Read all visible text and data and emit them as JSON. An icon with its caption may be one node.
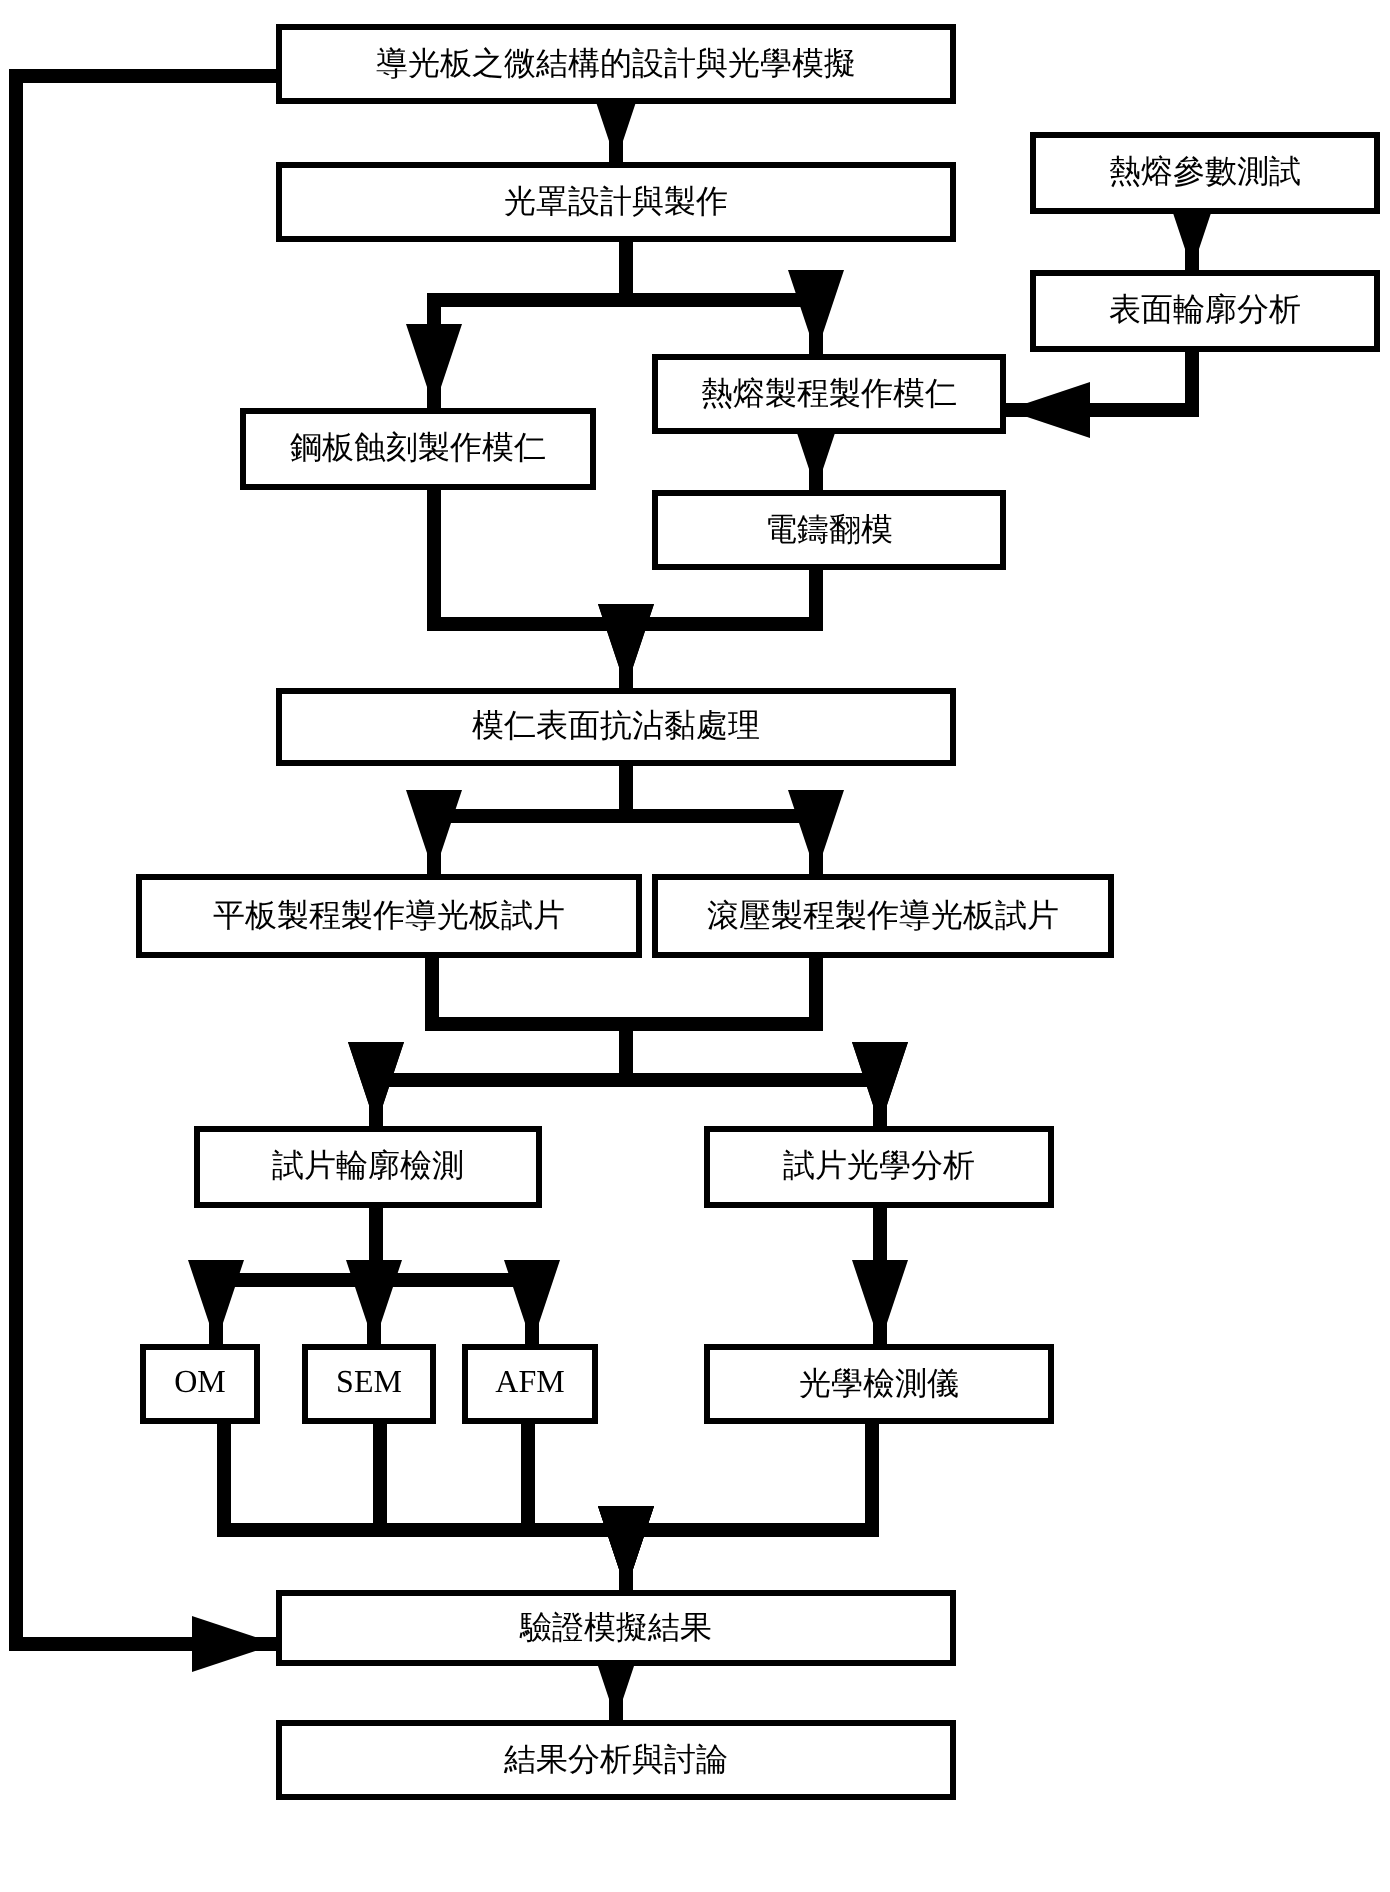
{
  "diagram": {
    "nodes": [
      {
        "text": [
          "導光板之微結構的設計與光學模擬"
        ]
      },
      {
        "text": [
          "光罩設計與製作"
        ]
      },
      {
        "text": [
          "熱熔參數測試"
        ]
      },
      {
        "text": [
          "表面輪廓分析"
        ]
      },
      {
        "text": [
          "熱熔製程製作模仁"
        ]
      },
      {
        "text": [
          "鋼板蝕刻製作模仁"
        ]
      },
      {
        "text": [
          "電鑄翻模"
        ]
      },
      {
        "text": [
          "模仁表面抗沾黏處理"
        ]
      },
      {
        "text": [
          "平板製程製作導光板試片"
        ]
      },
      {
        "text": [
          "滾壓製程製作導光板試片"
        ]
      },
      {
        "text": [
          "試片輪廓檢測"
        ]
      },
      {
        "text": [
          "試片光學分析"
        ]
      },
      {
        "text": [
          "OM"
        ]
      },
      {
        "text": [
          "SEM"
        ]
      },
      {
        "text": [
          "AFM"
        ]
      },
      {
        "text": [
          "光學檢測儀"
        ]
      },
      {
        "text": [
          "驗證模擬結果"
        ]
      },
      {
        "text": [
          "結果分析與討論"
        ]
      }
    ],
    "edges": [
      {
        "from": 0,
        "to": 1,
        "arrow": "to"
      },
      {
        "from": 1,
        "to": 5,
        "arrow": "to"
      },
      {
        "from": 1,
        "to": 4,
        "arrow": "to"
      },
      {
        "from": 2,
        "to": 3,
        "arrow": "to"
      },
      {
        "from": 3,
        "to": 4,
        "arrow": "to"
      },
      {
        "from": 4,
        "to": 6,
        "arrow": "to"
      },
      {
        "from": 5,
        "to": 7,
        "arrow": "to"
      },
      {
        "from": 6,
        "to": 7,
        "arrow": "to"
      },
      {
        "from": 7,
        "to": 8,
        "arrow": "to"
      },
      {
        "from": 7,
        "to": 9,
        "arrow": "to"
      },
      {
        "from": 8,
        "to": 10,
        "arrow": "to"
      },
      {
        "from": 8,
        "to": 11,
        "arrow": "to"
      },
      {
        "from": 9,
        "to": 10,
        "arrow": "to"
      },
      {
        "from": 9,
        "to": 11,
        "arrow": "to"
      },
      {
        "from": 10,
        "to": 12,
        "arrow": "to"
      },
      {
        "from": 10,
        "to": 13,
        "arrow": "to"
      },
      {
        "from": 10,
        "to": 14,
        "arrow": "to"
      },
      {
        "from": 11,
        "to": 15,
        "arrow": "to"
      },
      {
        "from": 12,
        "to": 16,
        "arrow": "to"
      },
      {
        "from": 13,
        "to": 16,
        "arrow": "to"
      },
      {
        "from": 14,
        "to": 16,
        "arrow": "to"
      },
      {
        "from": 15,
        "to": 16,
        "arrow": "to"
      },
      {
        "from": 0,
        "to": 16,
        "arrow": "to"
      },
      {
        "from": 16,
        "to": 17,
        "arrow": "to"
      }
    ]
  }
}
